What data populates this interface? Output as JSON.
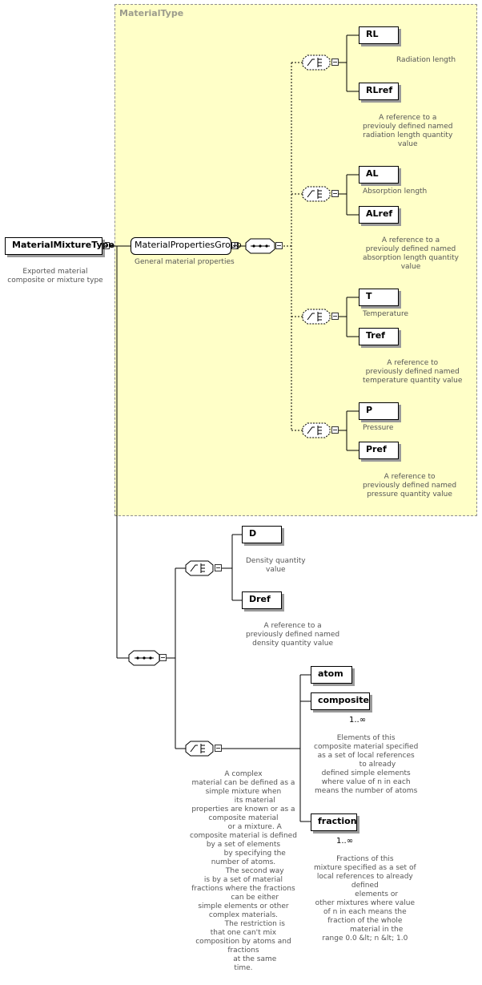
{
  "region": {
    "title": "MaterialType"
  },
  "root": {
    "label": "MaterialMixtureType",
    "doc": "Exported material\ncomposite or mixture type"
  },
  "group": {
    "label": "MaterialPropertiesGroup",
    "doc": "General material properties"
  },
  "properties": [
    {
      "a": "RL",
      "a_doc": "Radiation length",
      "b": "RLref",
      "b_doc": "A reference to a\npreviouly defined named\nradiation length quantity\nvalue"
    },
    {
      "a": "AL",
      "a_doc": "Absorption length",
      "b": "ALref",
      "b_doc": "A reference to a\npreviouly defined named\nabsorption length quantity\nvalue"
    },
    {
      "a": "T",
      "a_doc": "Temperature",
      "b": "Tref",
      "b_doc": "A reference to\npreviously defined named\ntemperature quantity value"
    },
    {
      "a": "P",
      "a_doc": "Pressure",
      "b": "Pref",
      "b_doc": "A reference to\npreviously defined named\npressure quantity value"
    }
  ],
  "density": {
    "a": "D",
    "a_doc": "Density quantity\nvalue",
    "b": "Dref",
    "b_doc": "A reference to a\npreviously defined named\ndensity quantity value"
  },
  "composition": {
    "atom": "atom",
    "composite": "composite",
    "composite_mult": "1..∞",
    "composite_doc": "Elements of this\ncomposite material specified\nas a set of local references\n          to already\ndefined simple elements\nwhere value of n in each\nmeans the number of atoms",
    "fraction": "fraction",
    "fraction_mult": "1..∞",
    "fraction_doc": "Fractions of this\nmixture specified as a set of\nlocal references to already\ndefined\n          elements or\nother mixtures where value\nof n in each means the\nfraction of the whole\n          material in the\nrange 0.0 &lt; n &lt; 1.0",
    "choice_doc": "A complex\nmaterial can be defined as a\nsimple mixture when\n          its material\nproperties are known or as a\ncomposite material\n          or a mixture. A\ncomposite material is defined\nby a set of elements\n          by specifying the\nnumber of atoms.\n          The second way\nis by a set of material\nfractions where the fractions\n          can be either\nsimple elements or other\ncomplex materials.\n          The restriction is\nthat one can't mix\ncomposition by atoms and\nfractions\n          at the same\ntime."
  }
}
